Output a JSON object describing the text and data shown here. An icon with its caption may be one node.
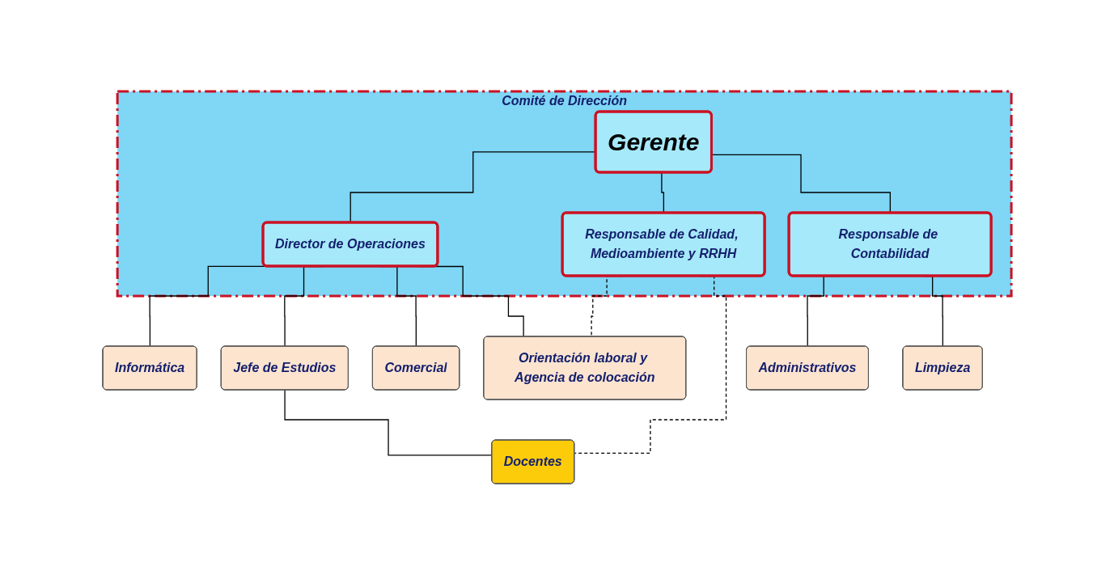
{
  "diagram": {
    "nodes": [
      {
        "text": [
          "Comité de Dirección"
        ]
      },
      {
        "text": [
          "Gerente"
        ],
        "in": 0
      },
      {
        "text": [
          "Director de Operaciones"
        ],
        "in": 0
      },
      {
        "text": [
          "Responsable de Calidad, Medioambiente y RRHH"
        ],
        "in": 0
      },
      {
        "text": [
          "Responsable de Contabilidad"
        ],
        "in": 0
      },
      {
        "text": [
          "Informática"
        ]
      },
      {
        "text": [
          "Jefe de Estudios"
        ]
      },
      {
        "text": [
          "Comercial"
        ]
      },
      {
        "text": [
          "Orientación laboral y Agencia de colocación"
        ]
      },
      {
        "text": [
          "Administrativos"
        ]
      },
      {
        "text": [
          "Limpieza"
        ]
      },
      {
        "text": [
          "Docentes"
        ]
      }
    ],
    "edges": [
      {
        "from": 1,
        "to": 2,
        "arrow": "none"
      },
      {
        "from": 1,
        "to": 3,
        "arrow": "none"
      },
      {
        "from": 1,
        "to": 4,
        "arrow": "none"
      },
      {
        "from": 2,
        "to": 5,
        "arrow": "none"
      },
      {
        "from": 2,
        "to": 6,
        "arrow": "none"
      },
      {
        "from": 2,
        "to": 7,
        "arrow": "none"
      },
      {
        "from": 2,
        "to": 8,
        "arrow": "none"
      },
      {
        "from": 3,
        "to": 8,
        "arrow": "none",
        "style": "dashed"
      },
      {
        "from": 4,
        "to": 9,
        "arrow": "none"
      },
      {
        "from": 4,
        "to": 10,
        "arrow": "none"
      },
      {
        "from": 6,
        "to": 11,
        "arrow": "none"
      },
      {
        "from": 3,
        "to": 11,
        "arrow": "none",
        "style": "dashed"
      }
    ]
  }
}
